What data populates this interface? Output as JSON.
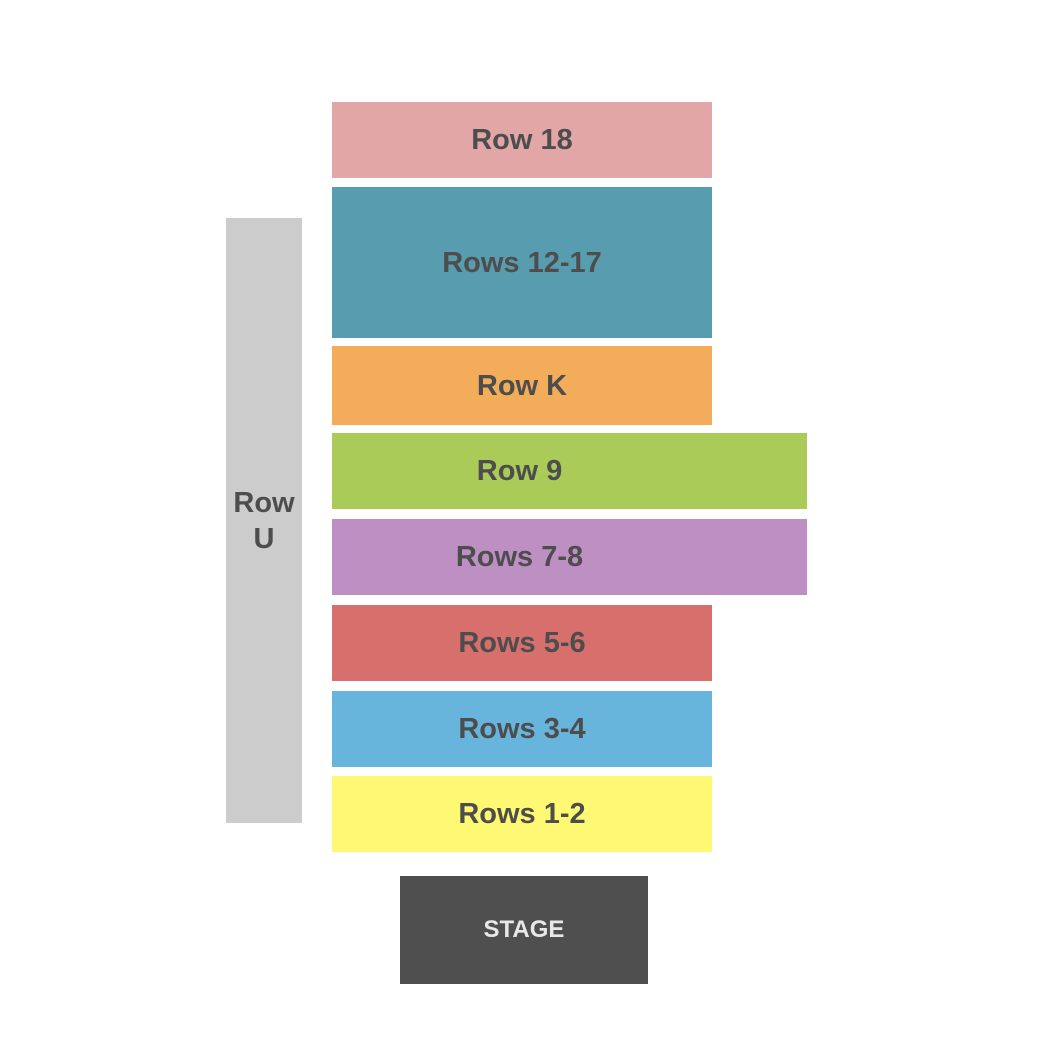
{
  "sections": [
    {
      "id": "row-18",
      "label": "Row 18",
      "color": "#e2a6a6"
    },
    {
      "id": "rows-12-17",
      "label": "Rows 12-17",
      "color": "#589caf"
    },
    {
      "id": "row-k",
      "label": "Row K",
      "color": "#f3ad5a"
    },
    {
      "id": "row-9",
      "label": "Row 9",
      "color": "#abcb58"
    },
    {
      "id": "rows-7-8",
      "label": "Rows 7-8",
      "color": "#be8fc2"
    },
    {
      "id": "rows-5-6",
      "label": "Rows 5-6",
      "color": "#d76f6d"
    },
    {
      "id": "rows-3-4",
      "label": "Rows 3-4",
      "color": "#67b5dc"
    },
    {
      "id": "rows-1-2",
      "label": "Rows 1-2",
      "color": "#fff873"
    },
    {
      "id": "row-u",
      "label": "Row\nU",
      "color": "#cccccc"
    }
  ],
  "stage": {
    "label": "STAGE",
    "color": "#4f4f4f"
  }
}
